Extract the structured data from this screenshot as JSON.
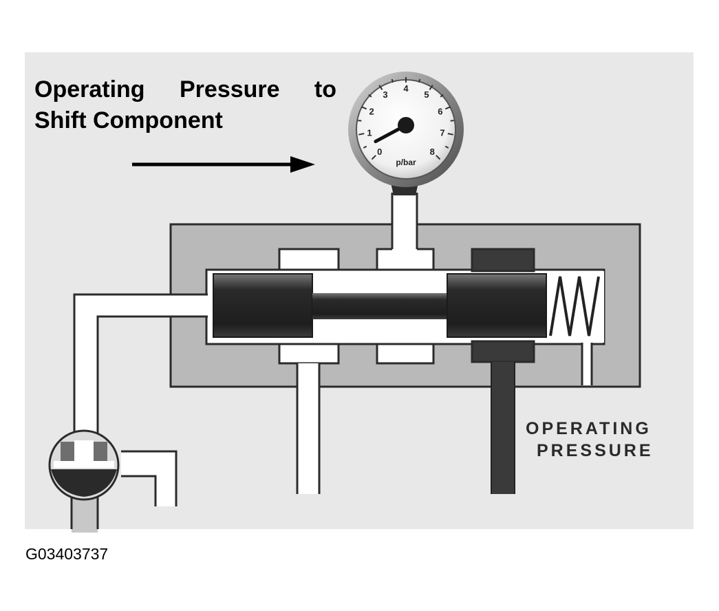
{
  "heading": {
    "line1_words": [
      "Operating",
      "Pressure",
      "to"
    ],
    "line2": "Shift Component"
  },
  "gauge": {
    "unit": "p/bar",
    "scale": [
      "0",
      "1",
      "2",
      "3",
      "4",
      "5",
      "6",
      "7",
      "8"
    ],
    "reading": 0.5
  },
  "labels": {
    "operating_line1": "OPERATING",
    "operating_line2": "PRESSURE"
  },
  "figure_id": "G03403737",
  "colors": {
    "background": "#e8e8e8",
    "housing": "#b9b9b9",
    "spool": "#2c2c2c",
    "channel": "#ffffff",
    "pressure_line": "#3a3a3a"
  }
}
